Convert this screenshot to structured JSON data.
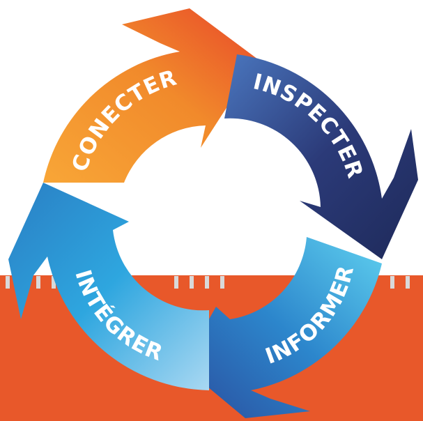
{
  "cycle": {
    "steps": [
      {
        "label": "CONECTER",
        "color": "#F07A24"
      },
      {
        "label": "INSPECTER",
        "color": "#2B3A78"
      },
      {
        "label": "INFORMER",
        "color": "#2A6FB8"
      },
      {
        "label": "INTÉGRER",
        "color": "#2D9AD8"
      }
    ]
  },
  "background": {
    "band_color": "#E8582A",
    "stripe_color": "#D9D9D9"
  }
}
